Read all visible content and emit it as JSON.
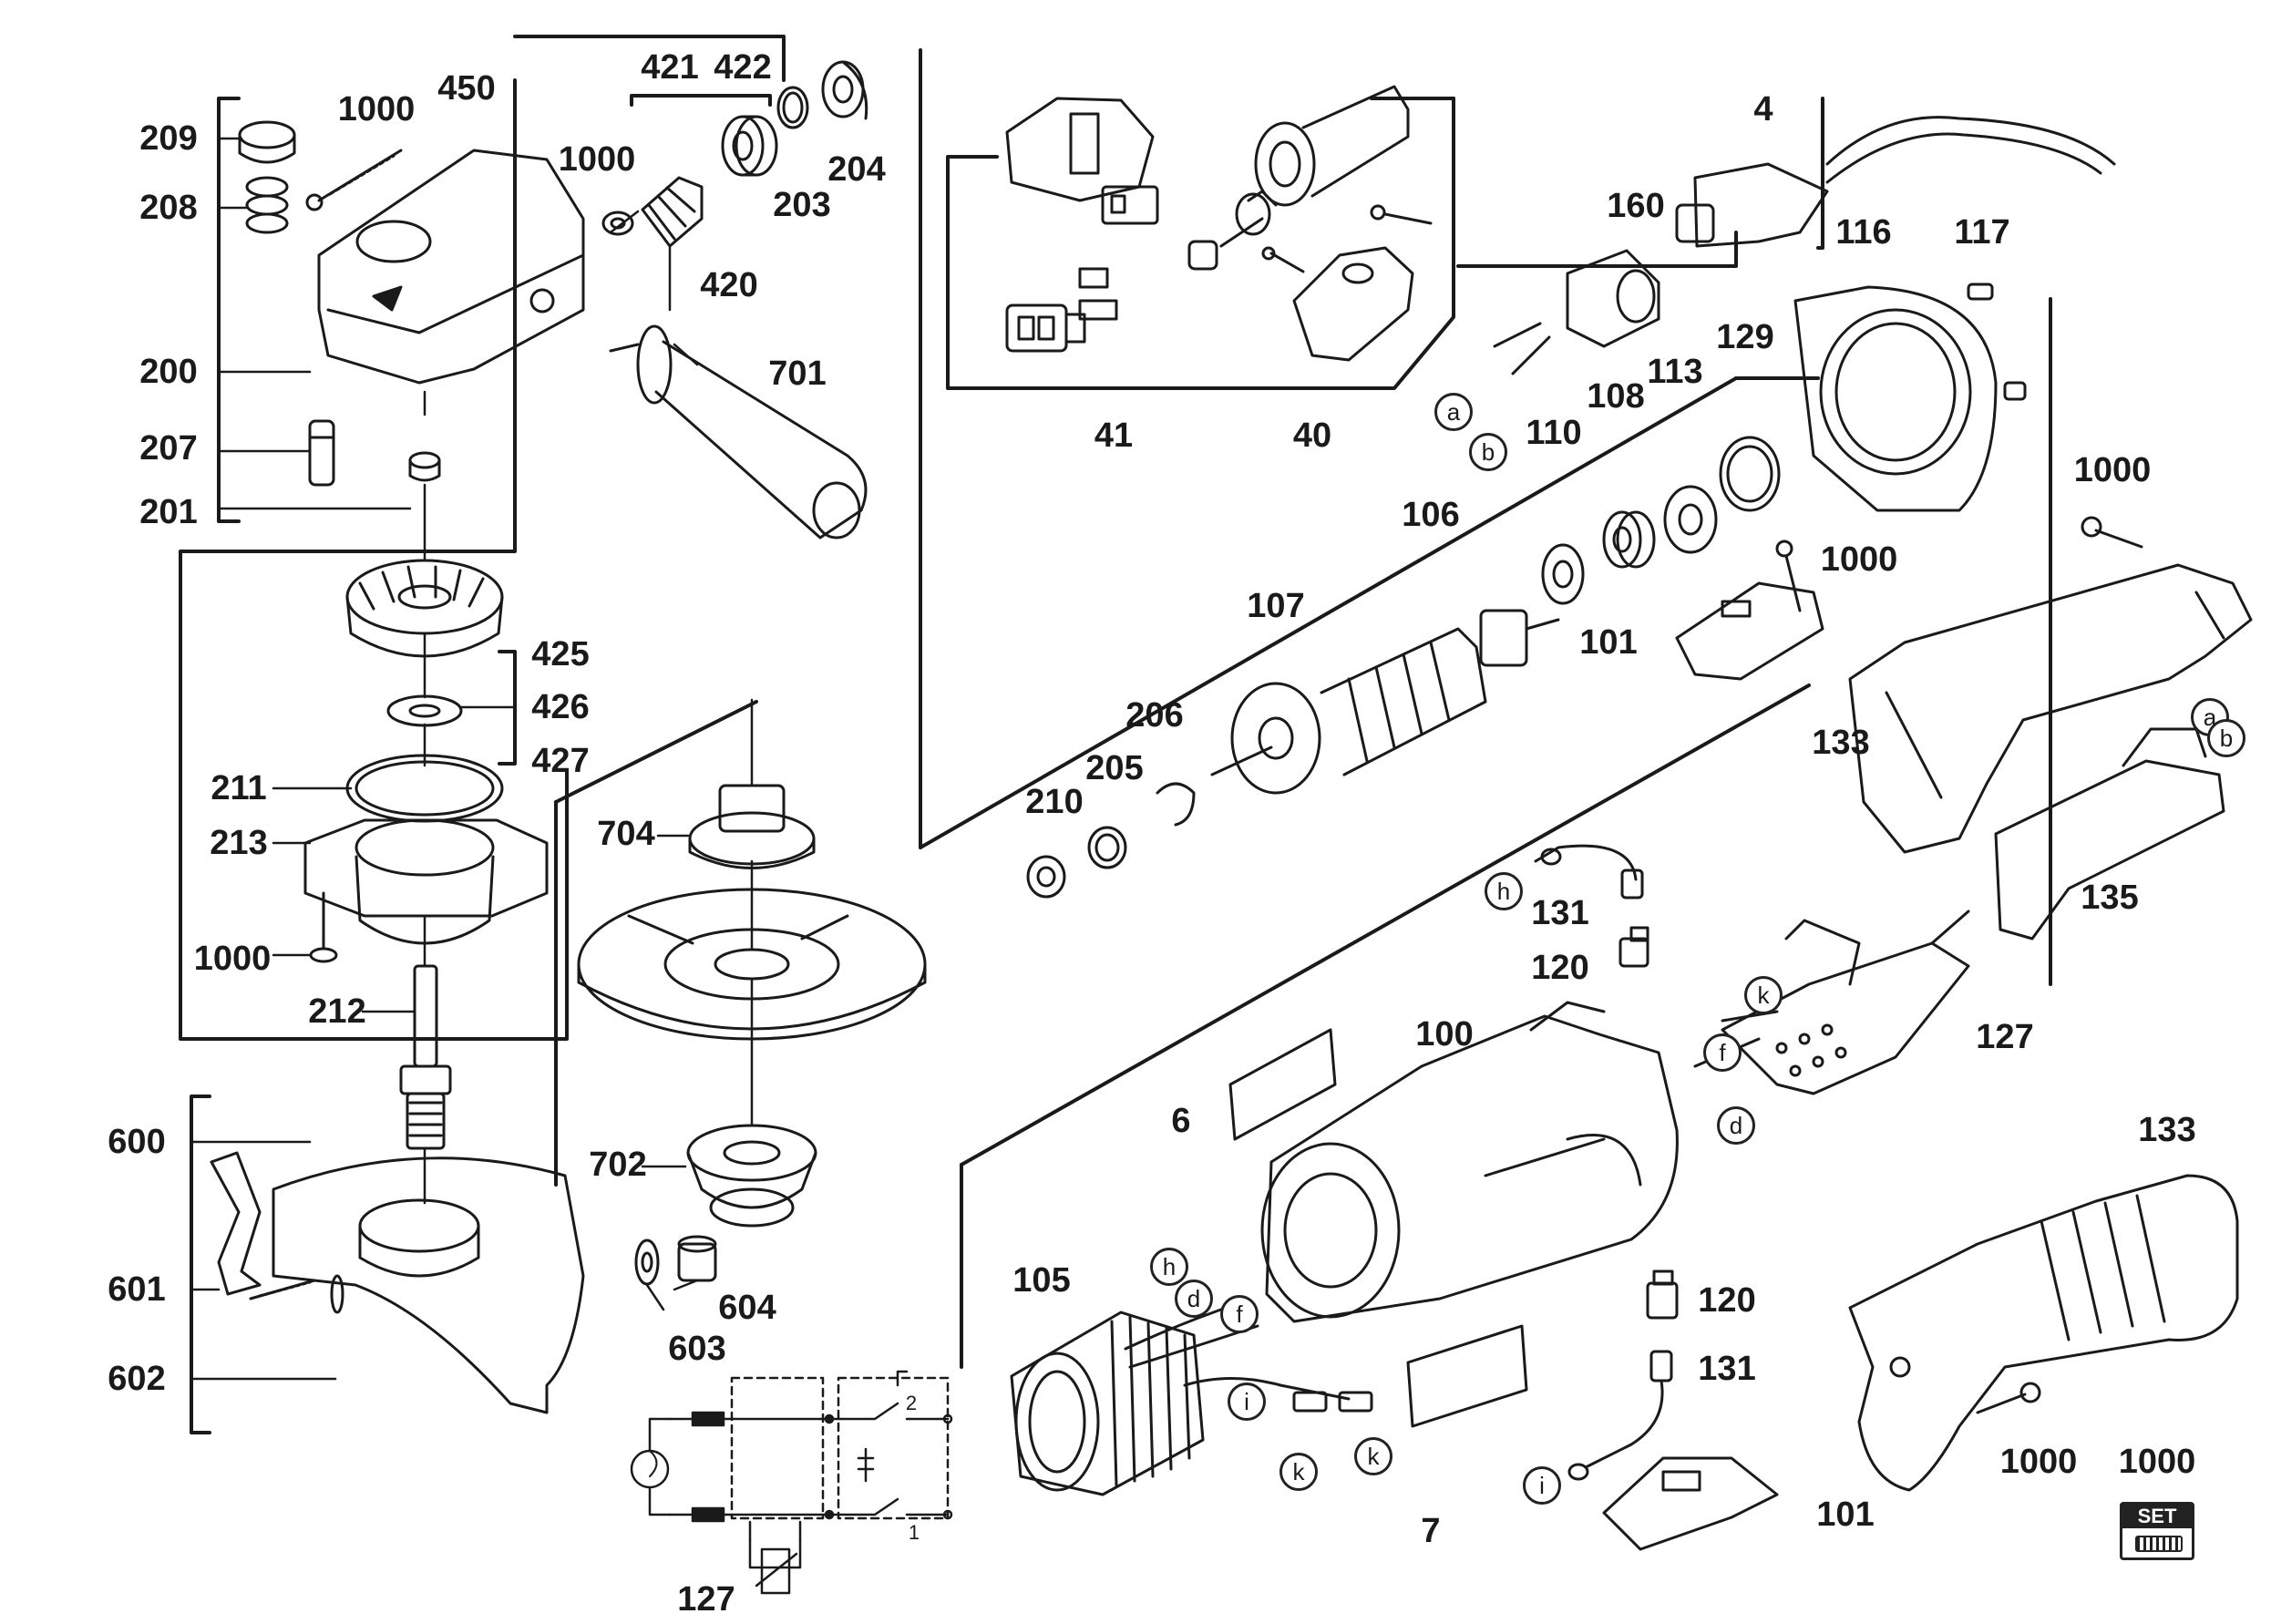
{
  "parts": [
    {
      "id": "p-209",
      "label": "209",
      "pos": "L"
    },
    {
      "id": "p-1000-a",
      "label": "1000",
      "pos": "L"
    },
    {
      "id": "p-450",
      "label": "450",
      "pos": "L"
    },
    {
      "id": "p-421",
      "label": "421",
      "pos": "L"
    },
    {
      "id": "p-422",
      "label": "422",
      "pos": "L"
    },
    {
      "id": "p-208",
      "label": "208",
      "pos": "L"
    },
    {
      "id": "p-1000-b",
      "label": "1000",
      "pos": "L"
    },
    {
      "id": "p-204",
      "label": "204",
      "pos": "L"
    },
    {
      "id": "p-203",
      "label": "203",
      "pos": "L"
    },
    {
      "id": "p-420",
      "label": "420",
      "pos": "L"
    },
    {
      "id": "p-200",
      "label": "200",
      "pos": "L"
    },
    {
      "id": "p-701",
      "label": "701",
      "pos": "L"
    },
    {
      "id": "p-207",
      "label": "207",
      "pos": "L"
    },
    {
      "id": "p-201",
      "label": "201",
      "pos": "L"
    },
    {
      "id": "p-425",
      "label": "425",
      "pos": "L"
    },
    {
      "id": "p-426",
      "label": "426",
      "pos": "L"
    },
    {
      "id": "p-427",
      "label": "427",
      "pos": "L"
    },
    {
      "id": "p-211",
      "label": "211",
      "pos": "L"
    },
    {
      "id": "p-213",
      "label": "213",
      "pos": "L"
    },
    {
      "id": "p-704",
      "label": "704",
      "pos": "L"
    },
    {
      "id": "p-1000-c",
      "label": "1000",
      "pos": "L"
    },
    {
      "id": "p-212",
      "label": "212",
      "pos": "L"
    },
    {
      "id": "p-600",
      "label": "600",
      "pos": "L"
    },
    {
      "id": "p-702",
      "label": "702",
      "pos": "L"
    },
    {
      "id": "p-601",
      "label": "601",
      "pos": "L"
    },
    {
      "id": "p-604",
      "label": "604",
      "pos": "L"
    },
    {
      "id": "p-603",
      "label": "603",
      "pos": "L"
    },
    {
      "id": "p-602",
      "label": "602",
      "pos": "L"
    },
    {
      "id": "p-41",
      "label": "41",
      "pos": "L"
    },
    {
      "id": "p-40",
      "label": "40",
      "pos": "L"
    },
    {
      "id": "p-4",
      "label": "4",
      "pos": "L"
    },
    {
      "id": "p-160",
      "label": "160",
      "pos": "L"
    },
    {
      "id": "p-116",
      "label": "116",
      "pos": "L"
    },
    {
      "id": "p-117",
      "label": "117",
      "pos": "L"
    },
    {
      "id": "p-129",
      "label": "129",
      "pos": "L"
    },
    {
      "id": "p-113",
      "label": "113",
      "pos": "L"
    },
    {
      "id": "p-108",
      "label": "108",
      "pos": "L"
    },
    {
      "id": "p-110",
      "label": "110",
      "pos": "L"
    },
    {
      "id": "p-106",
      "label": "106",
      "pos": "L"
    },
    {
      "id": "p-1000-d",
      "label": "1000",
      "pos": "L"
    },
    {
      "id": "p-1000-e",
      "label": "1000",
      "pos": "L"
    },
    {
      "id": "p-107",
      "label": "107",
      "pos": "L"
    },
    {
      "id": "p-101-a",
      "label": "101",
      "pos": "L"
    },
    {
      "id": "p-206",
      "label": "206",
      "pos": "L"
    },
    {
      "id": "p-205",
      "label": "205",
      "pos": "L"
    },
    {
      "id": "p-210",
      "label": "210",
      "pos": "L"
    },
    {
      "id": "p-133-a",
      "label": "133",
      "pos": "L"
    },
    {
      "id": "p-131-a",
      "label": "131",
      "pos": "L"
    },
    {
      "id": "p-135",
      "label": "135",
      "pos": "L"
    },
    {
      "id": "p-120-a",
      "label": "120",
      "pos": "L"
    },
    {
      "id": "p-100",
      "label": "100",
      "pos": "L"
    },
    {
      "id": "p-127-a",
      "label": "127",
      "pos": "L"
    },
    {
      "id": "p-6",
      "label": "6",
      "pos": "L"
    },
    {
      "id": "p-133-b",
      "label": "133",
      "pos": "L"
    },
    {
      "id": "p-105",
      "label": "105",
      "pos": "L"
    },
    {
      "id": "p-120-b",
      "label": "120",
      "pos": "L"
    },
    {
      "id": "p-131-b",
      "label": "131",
      "pos": "L"
    },
    {
      "id": "p-1000-f",
      "label": "1000",
      "pos": "L"
    },
    {
      "id": "p-1000-g",
      "label": "1000",
      "pos": "L"
    },
    {
      "id": "p-101-b",
      "label": "101",
      "pos": "L"
    },
    {
      "id": "p-7",
      "label": "7",
      "pos": "L"
    },
    {
      "id": "p-127-b",
      "label": "127",
      "pos": "L"
    }
  ],
  "wire_markers": [
    {
      "id": "w-a-1",
      "letter": "a"
    },
    {
      "id": "w-b-1",
      "letter": "b"
    },
    {
      "id": "w-a-2",
      "letter": "a"
    },
    {
      "id": "w-b-2",
      "letter": "b"
    },
    {
      "id": "w-h-1",
      "letter": "h"
    },
    {
      "id": "w-k-1",
      "letter": "k"
    },
    {
      "id": "w-f-1",
      "letter": "f"
    },
    {
      "id": "w-d-1",
      "letter": "d"
    },
    {
      "id": "w-h-2",
      "letter": "h"
    },
    {
      "id": "w-d-2",
      "letter": "d"
    },
    {
      "id": "w-f-2",
      "letter": "f"
    },
    {
      "id": "w-i-1",
      "letter": "i"
    },
    {
      "id": "w-k-2",
      "letter": "k"
    },
    {
      "id": "w-k-3",
      "letter": "k"
    },
    {
      "id": "w-i-2",
      "letter": "i"
    }
  ],
  "schematic": {
    "terminal_2": "2",
    "terminal_1": "1"
  },
  "set_badge": {
    "text": "SET"
  }
}
